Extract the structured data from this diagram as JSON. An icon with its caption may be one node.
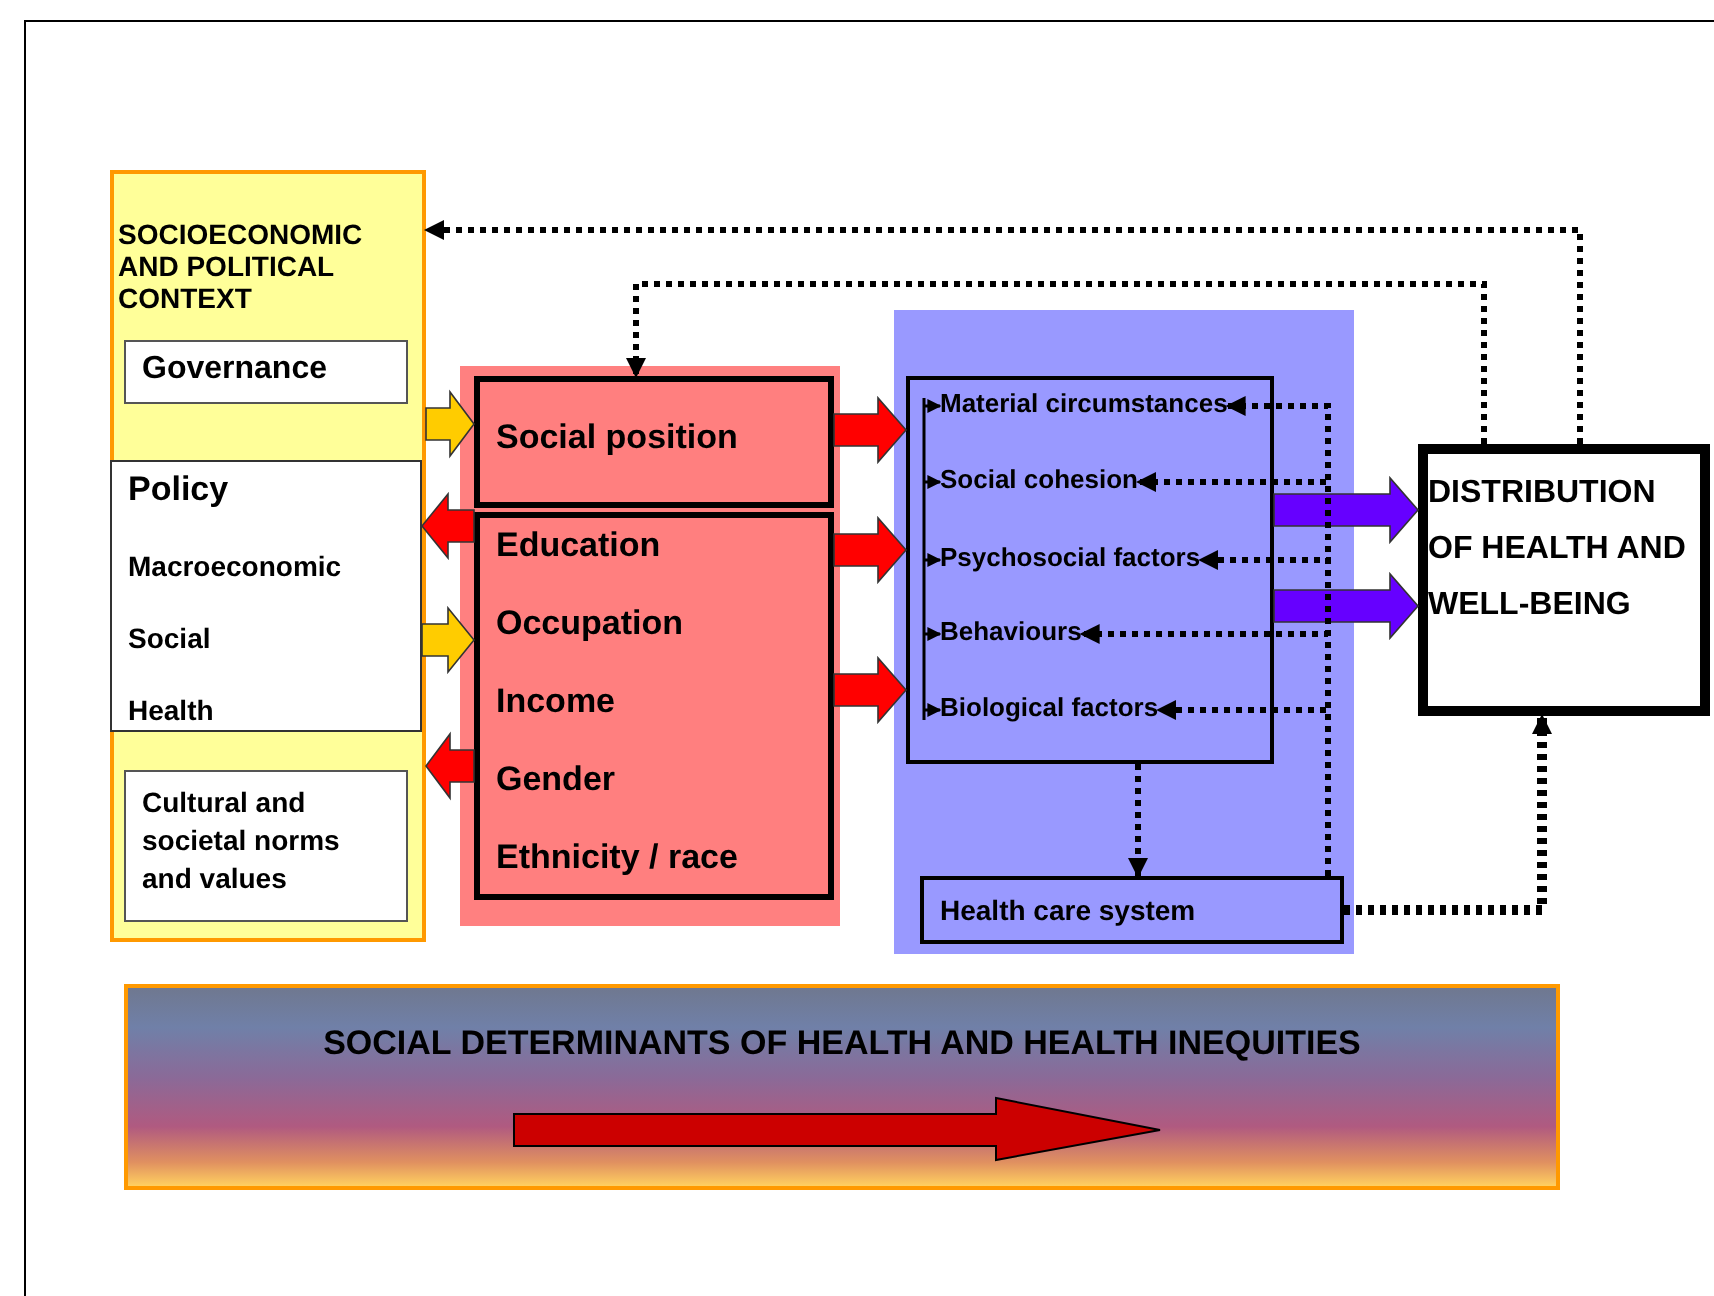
{
  "diagram": {
    "nodes": [
      {
        "text": [
          "SOCIOECONOMIC AND POLITICAL CONTEXT"
        ]
      },
      {
        "text": [
          "Governance"
        ],
        "in": 0
      },
      {
        "text": [
          "Policy",
          "Macroeconomic",
          "Social",
          "Health"
        ],
        "in": 0
      },
      {
        "text": [
          "Cultural and societal norms and values"
        ],
        "in": 0
      },
      {
        "text": [],
        "shape": "box"
      },
      {
        "text": [
          "Social position"
        ],
        "in": 4
      },
      {
        "text": [
          "Education",
          "Occupation",
          "Income",
          "Gender",
          "Ethnicity / race"
        ],
        "in": 4
      },
      {
        "text": [],
        "shape": "box"
      },
      {
        "text": [],
        "shape": "box",
        "in": 7
      },
      {
        "text": [
          "Material circumstances"
        ],
        "in": 8
      },
      {
        "text": [
          "Social cohesion"
        ],
        "in": 8
      },
      {
        "text": [
          "Psychosocial factors"
        ],
        "in": 8
      },
      {
        "text": [
          "Behaviours"
        ],
        "in": 8
      },
      {
        "text": [
          "Biological factors"
        ],
        "in": 8
      },
      {
        "text": [
          "Health care system"
        ],
        "in": 7
      },
      {
        "text": [
          "DISTRIBUTION OF HEALTH AND WELL-BEING"
        ]
      },
      {
        "text": [
          "SOCIAL DETERMINANTS OF HEALTH AND HEALTH INEQUITIES"
        ]
      }
    ],
    "edges": [
      {
        "from": 0,
        "to": 5,
        "arrow": "to",
        "style": "thick",
        "color": "#ffcc00"
      },
      {
        "from": 6,
        "to": 2,
        "arrow": "to",
        "style": "thick",
        "color": "#ff0000"
      },
      {
        "from": 2,
        "to": 6,
        "arrow": "to",
        "style": "thick",
        "color": "#ffcc00"
      },
      {
        "from": 6,
        "to": 0,
        "arrow": "to",
        "style": "thick",
        "color": "#ff0000"
      },
      {
        "from": 5,
        "to": 8,
        "arrow": "to",
        "style": "thick",
        "color": "#ff0000"
      },
      {
        "from": 6,
        "to": 8,
        "arrow": "to",
        "style": "thick",
        "color": "#ff0000"
      },
      {
        "from": 6,
        "to": 8,
        "arrow": "to",
        "style": "thick",
        "color": "#ff0000"
      },
      {
        "from": 8,
        "to": 15,
        "arrow": "to",
        "style": "thick",
        "color": "#6600ff"
      },
      {
        "from": 8,
        "to": 15,
        "arrow": "to",
        "style": "thick",
        "color": "#6600ff"
      },
      {
        "from": 15,
        "to": 0,
        "arrow": "to",
        "style": "dashed"
      },
      {
        "from": 15,
        "to": 5,
        "arrow": "to",
        "style": "dashed"
      },
      {
        "from": 8,
        "to": 14,
        "arrow": "to",
        "style": "dashed"
      },
      {
        "from": 14,
        "to": 15,
        "arrow": "to",
        "style": "dashed"
      },
      {
        "from": 14,
        "to": 9,
        "arrow": "to",
        "style": "dashed"
      },
      {
        "from": 14,
        "to": 10,
        "arrow": "to",
        "style": "dashed"
      },
      {
        "from": 14,
        "to": 11,
        "arrow": "to",
        "style": "dashed"
      },
      {
        "from": 14,
        "to": 12,
        "arrow": "to",
        "style": "dashed"
      },
      {
        "from": 14,
        "to": 13,
        "arrow": "to",
        "style": "dashed"
      },
      {
        "from": null,
        "to": 9,
        "arrow": "to"
      },
      {
        "from": null,
        "to": 10,
        "arrow": "to"
      },
      {
        "from": null,
        "to": 11,
        "arrow": "to"
      },
      {
        "from": null,
        "to": 12,
        "arrow": "to"
      },
      {
        "from": null,
        "to": 13,
        "arrow": "to"
      }
    ]
  }
}
